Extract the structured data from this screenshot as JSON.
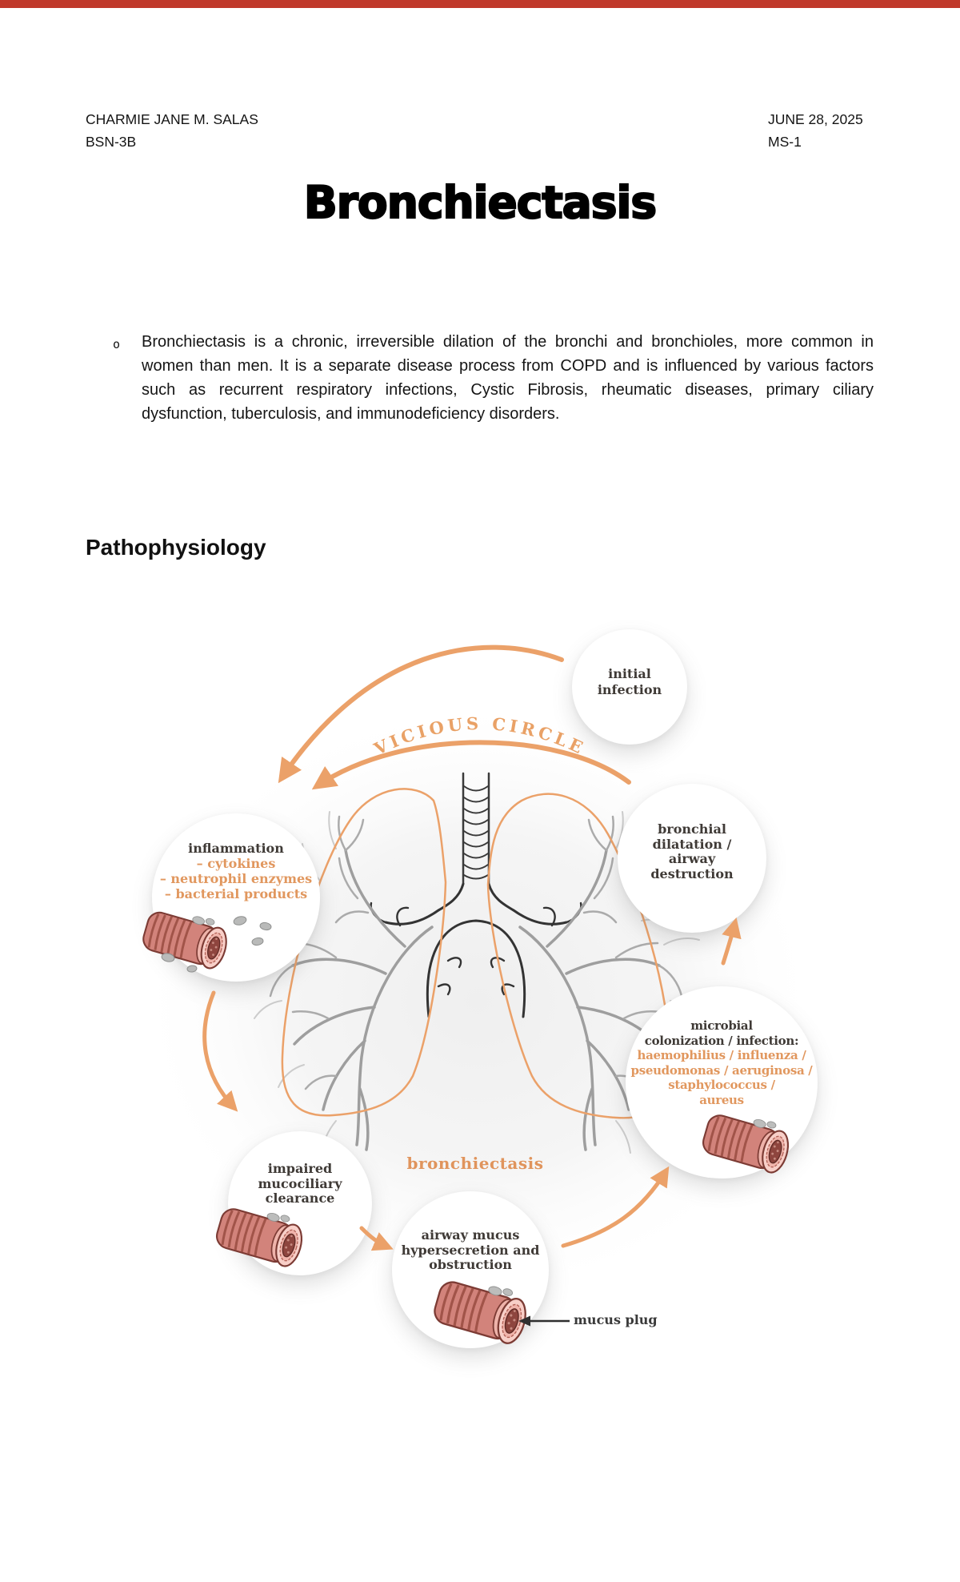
{
  "page": {
    "top_bar_color": "#c0392b",
    "background": "#ffffff"
  },
  "header": {
    "name": "CHARMIE JANE M. SALAS",
    "class": "BSN-3B",
    "date": "JUNE 28, 2025",
    "course": "MS-1"
  },
  "title": "Bronchiectasis",
  "bullet_paragraph": {
    "bullet": "o",
    "text": "Bronchiectasis is a chronic, irreversible dilation of the bronchi and bronchioles, more common in women than men. It is a separate disease process from COPD and is influenced by various factors such as recurrent respiratory infections, Cystic Fibrosis, rheumatic diseases, primary ciliary dysfunction, tuberculosis, and immunodeficiency disorders."
  },
  "section_heading": "Pathophysiology",
  "diagram": {
    "arc_label": "VICIOUS CIRCLE",
    "center_label": "bronchiectasis",
    "annotation": "mucus plug",
    "colors": {
      "orange_text": "#e1975e",
      "orange_arrow": "#eba169",
      "dark_text": "#3f3a36"
    },
    "nodes": {
      "initial_infection": {
        "lines": [
          "initial",
          "infection"
        ]
      },
      "inflammation": {
        "title": "inflammation",
        "items": [
          "– cytokines",
          "– neutrophil enzymes",
          "– bacterial products"
        ]
      },
      "bronchial_dilatation": {
        "lines": [
          "bronchial",
          "dilatation /",
          "airway",
          "destruction"
        ]
      },
      "microbial": {
        "dark_lines": [
          "microbial",
          "colonization / infection:"
        ],
        "orange_lines": [
          "haemophilius / influenza /",
          "pseudomonas / aeruginosa /",
          "staphylococcus /",
          "aureus"
        ]
      },
      "impaired": {
        "lines": [
          "impaired",
          "mucociliary",
          "clearance"
        ]
      },
      "airway_mucus": {
        "lines": [
          "airway mucus",
          "hypersecretion and",
          "obstruction"
        ]
      }
    }
  }
}
